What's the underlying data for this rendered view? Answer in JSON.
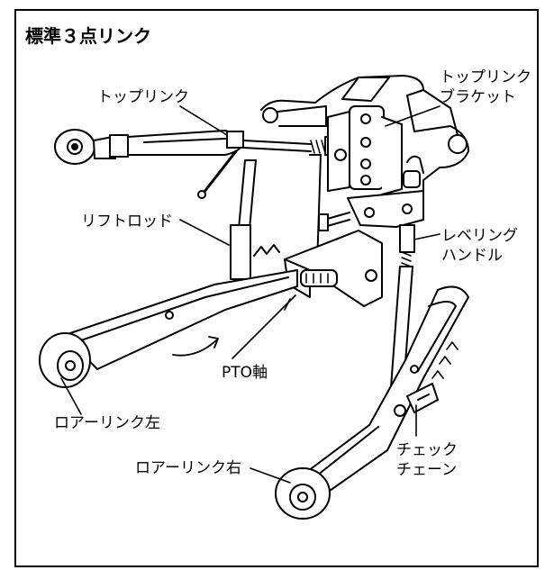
{
  "diagram": {
    "title": "標準３点リンク",
    "labels": {
      "top_link": "トップリンク",
      "top_link_bracket_1": "トップリンク",
      "top_link_bracket_2": "ブラケット",
      "lift_rod": "リフトロッド",
      "leveling_handle_1": "レベリング",
      "leveling_handle_2": "ハンドル",
      "pto_shaft": "PTO軸",
      "lower_link_left": "ロアーリンク左",
      "check_chain_1": "チェック",
      "check_chain_2": "チェーン",
      "lower_link_right": "ロアーリンク右"
    }
  },
  "colors": {
    "line": "#000000",
    "background": "#ffffff"
  }
}
